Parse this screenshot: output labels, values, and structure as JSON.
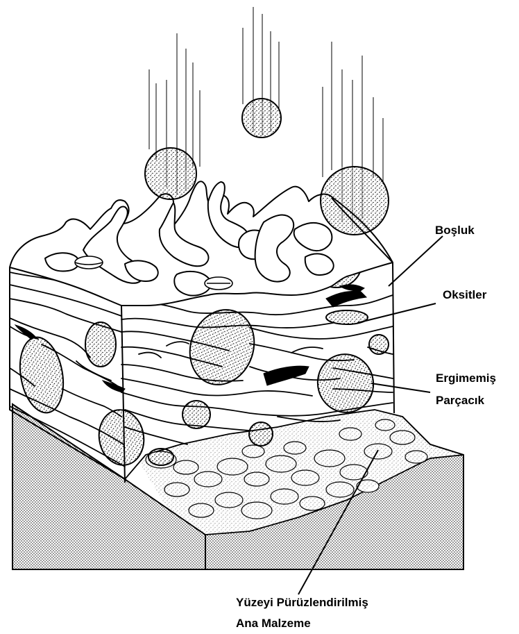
{
  "labels": {
    "void": "Boşluk",
    "oxides": "Oksitler",
    "unmelted_line1": "Ergimemiş",
    "unmelted_line2": "Parçacık",
    "substrate_line1": "Yüzeyi Pürüzlendirilmiş",
    "substrate_line2": "Ana Malzeme"
  },
  "colors": {
    "ink": "#000000",
    "paper": "#ffffff"
  }
}
